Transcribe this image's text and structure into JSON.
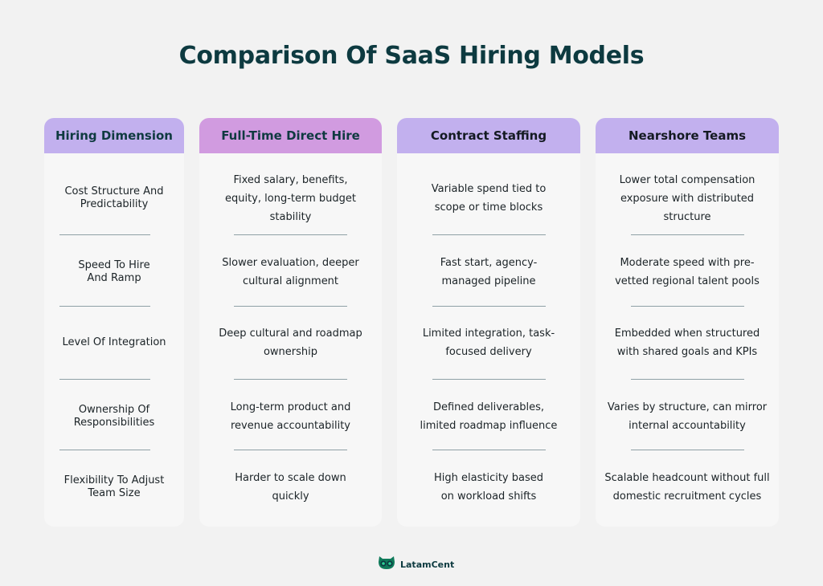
{
  "title": "Comparison Of SaaS Hiring Models",
  "columns": [
    {
      "header": "Hiring Dimension",
      "cells": [
        "Cost Structure And Predictability",
        "Speed To Hire And Ramp",
        "Level Of Integration",
        "Ownership Of Responsibilities",
        "Flexibility To Adjust Team Size"
      ]
    },
    {
      "header": "Full-Time Direct Hire",
      "cells": [
        "Fixed salary, benefits, equity, long-term budget stability",
        "Slower evaluation, deeper cultural alignment",
        "Deep cultural and roadmap ownership",
        "Long-term product and revenue accountability",
        "Harder to scale down quickly"
      ]
    },
    {
      "header": "Contract Staffing",
      "cells": [
        "Variable spend tied to scope or time blocks",
        "Fast start, agency-managed pipeline",
        "Limited integration, task-focused delivery",
        "Defined deliverables, limited roadmap influence",
        "High elasticity based on workload shifts"
      ]
    },
    {
      "header": "Nearshore Teams",
      "cells": [
        "Lower total compensation exposure with distributed structure",
        "Moderate speed with pre-vetted regional talent pools",
        "Embedded when structured with shared goals and KPIs",
        "Varies by structure, can mirror internal accountability",
        "Scalable headcount without full domestic recruitment cycles"
      ]
    }
  ],
  "footer": {
    "brand": "LatamCent",
    "logo_icon": "owl-icon"
  },
  "colors": {
    "title": "#0d3a40",
    "header_purple": "#c2b0ee",
    "header_pink": "#d19be0",
    "card_bg": "#f7f7f7",
    "page_bg": "#f2f2f2",
    "brand_green": "#0f7a5a"
  }
}
